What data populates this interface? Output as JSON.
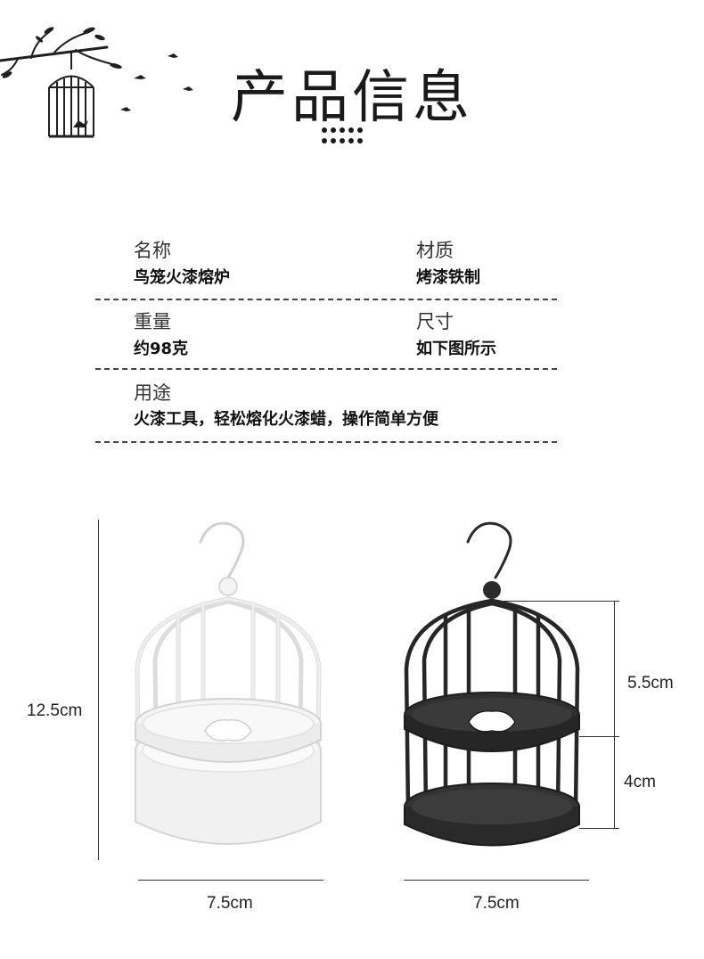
{
  "title": "产品信息",
  "specs": [
    {
      "label": "名称",
      "value": "鸟笼火漆熔炉"
    },
    {
      "label": "材质",
      "value": "烤漆铁制"
    },
    {
      "label": "重量",
      "value": "约98克"
    },
    {
      "label": "尺寸",
      "value": "如下图所示"
    },
    {
      "label": "用途",
      "value": "火漆工具，轻松熔化火漆蜡，操作简单方便"
    }
  ],
  "dimensions": {
    "white_height": "12.5cm",
    "white_width": "7.5cm",
    "black_upper": "5.5cm",
    "black_lower": "4cm",
    "black_width": "7.5cm"
  },
  "colors": {
    "white_cage": "#f4f4f4",
    "black_cage": "#2b2b2b"
  }
}
